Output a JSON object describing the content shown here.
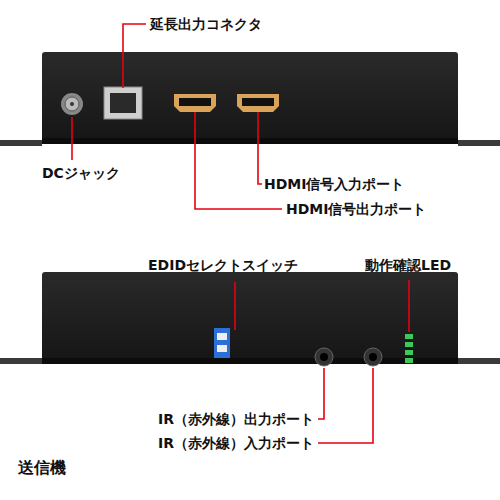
{
  "diagram": {
    "caption": "送信機",
    "labels": [
      "延長出力コネクタ",
      "DCジャック",
      "HDMI信号入力ポート",
      "HDMI信号出力ポート",
      "EDIDセレクトスイッチ",
      "動作確認LED",
      "IR（赤外線）出力ポート",
      "IR（赤外線）入力ポート"
    ]
  }
}
